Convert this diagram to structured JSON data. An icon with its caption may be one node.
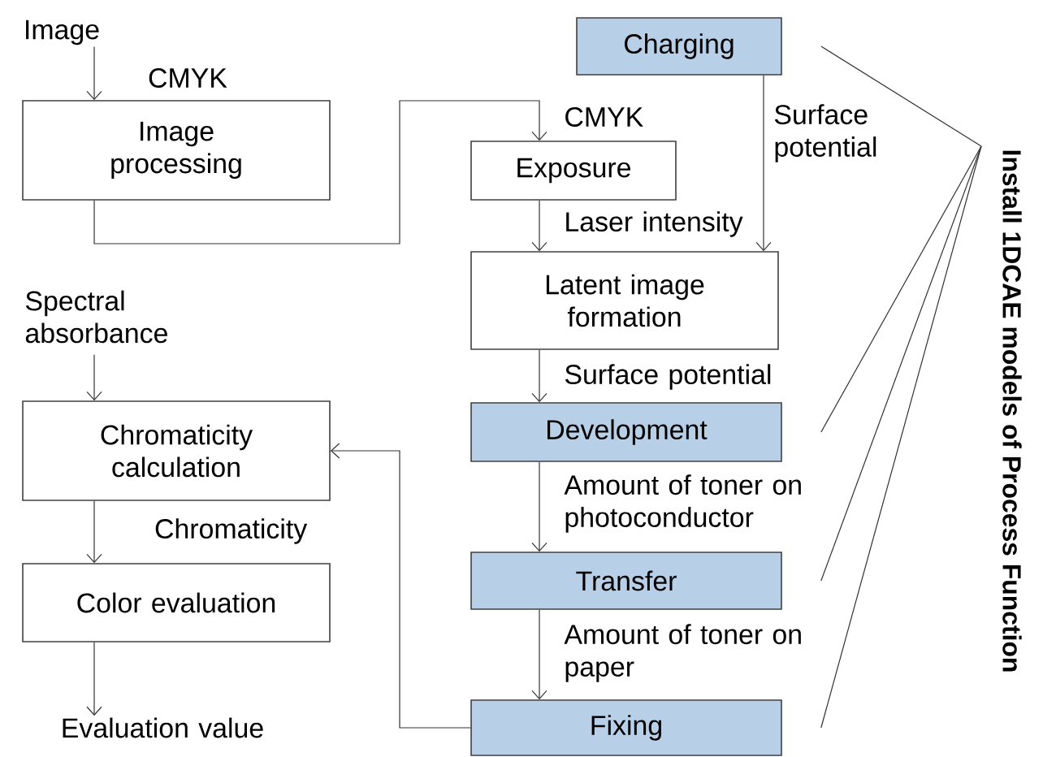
{
  "diagram": {
    "nodes": [
      {
        "text": [
          "Image"
        ]
      },
      {
        "text": [
          "Image processing"
        ]
      },
      {
        "text": [
          "Charging"
        ]
      },
      {
        "text": [
          "Exposure"
        ]
      },
      {
        "text": [
          "Latent image formation"
        ]
      },
      {
        "text": [
          "Development"
        ]
      },
      {
        "text": [
          "Transfer"
        ]
      },
      {
        "text": [
          "Fixing"
        ]
      },
      {
        "text": [
          "Spectral absorbance"
        ]
      },
      {
        "text": [
          "Chromaticity calculation"
        ]
      },
      {
        "text": [
          "Color evaluation"
        ]
      },
      {
        "text": [
          "Evaluation value"
        ]
      },
      {
        "text": [
          "Install 1DCAE models of Process Function"
        ]
      }
    ],
    "edges": [
      {
        "from": 0,
        "to": 1,
        "arrow": "to",
        "label": "CMYK"
      },
      {
        "from": 1,
        "to": 3,
        "arrow": "to",
        "label": "CMYK"
      },
      {
        "from": 2,
        "to": 4,
        "arrow": "to",
        "label": "Surface potential"
      },
      {
        "from": 3,
        "to": 4,
        "arrow": "to",
        "label": "Laser intensity"
      },
      {
        "from": 4,
        "to": 5,
        "arrow": "to",
        "label": "Surface potential"
      },
      {
        "from": 5,
        "to": 6,
        "arrow": "to",
        "label": "Amount of toner on photoconductor"
      },
      {
        "from": 6,
        "to": 7,
        "arrow": "to",
        "label": "Amount of toner on paper"
      },
      {
        "from": 7,
        "to": 9,
        "arrow": "to"
      },
      {
        "from": 8,
        "to": 9,
        "arrow": "to"
      },
      {
        "from": 9,
        "to": 10,
        "arrow": "to",
        "label": "Chromaticity"
      },
      {
        "from": 10,
        "to": 11,
        "arrow": "to"
      },
      {
        "from": 12,
        "to": 2,
        "arrow": "none"
      },
      {
        "from": 12,
        "to": 5,
        "arrow": "none"
      },
      {
        "from": 12,
        "to": 6,
        "arrow": "none"
      },
      {
        "from": 12,
        "to": 7,
        "arrow": "none"
      }
    ]
  }
}
